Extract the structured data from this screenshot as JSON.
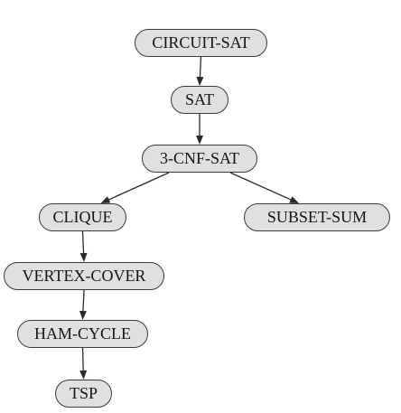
{
  "diagram": {
    "nodes": {
      "circuit_sat": "CIRCUIT-SAT",
      "sat": "SAT",
      "cnf_sat": "3-CNF-SAT",
      "clique": "CLIQUE",
      "subset_sum": "SUBSET-SUM",
      "vertex_cover": "VERTEX-COVER",
      "ham_cycle": "HAM-CYCLE",
      "tsp": "TSP"
    },
    "edges": [
      {
        "from": "circuit_sat",
        "to": "sat"
      },
      {
        "from": "sat",
        "to": "cnf_sat"
      },
      {
        "from": "cnf_sat",
        "to": "clique"
      },
      {
        "from": "cnf_sat",
        "to": "subset_sum"
      },
      {
        "from": "clique",
        "to": "vertex_cover"
      },
      {
        "from": "vertex_cover",
        "to": "ham_cycle"
      },
      {
        "from": "ham_cycle",
        "to": "tsp"
      }
    ],
    "colors": {
      "node_fill": "#e0e0e0",
      "node_border": "#3a3a3a",
      "edge": "#2a2a2a"
    }
  }
}
